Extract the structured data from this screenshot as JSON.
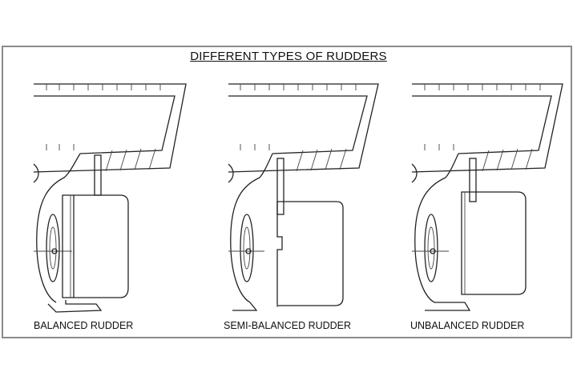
{
  "title": "DIFFERENT TYPES OF RUDDERS",
  "captions": {
    "balanced": "BALANCED RUDDER",
    "semi_balanced": "SEMI-BALANCED RUDDER",
    "unbalanced": "UNBALANCED RUDDER"
  },
  "colors": {
    "line": "#222222",
    "frame": "#8a8a8a",
    "background": "#ffffff"
  }
}
